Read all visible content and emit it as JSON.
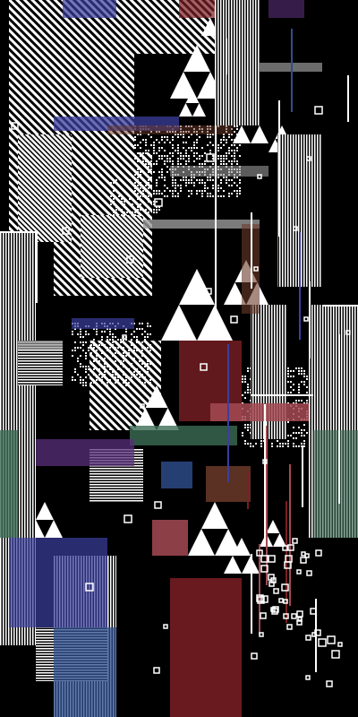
{
  "palette": {
    "background": "#000000",
    "foreground": "#ffffff",
    "accents": [
      "#3b3f9e",
      "#7a1f24",
      "#a44a52",
      "#3c6b55",
      "#5a2f7a",
      "#9a9a9a",
      "#6b3a2a",
      "#2e4f8f"
    ]
  },
  "pattern": {
    "type": "cellular-automaton-glitch",
    "elements": [
      "diagonal-stripes",
      "sierpinski-triangles",
      "vertical-bars",
      "noise-fields",
      "pixel-boxes"
    ]
  }
}
